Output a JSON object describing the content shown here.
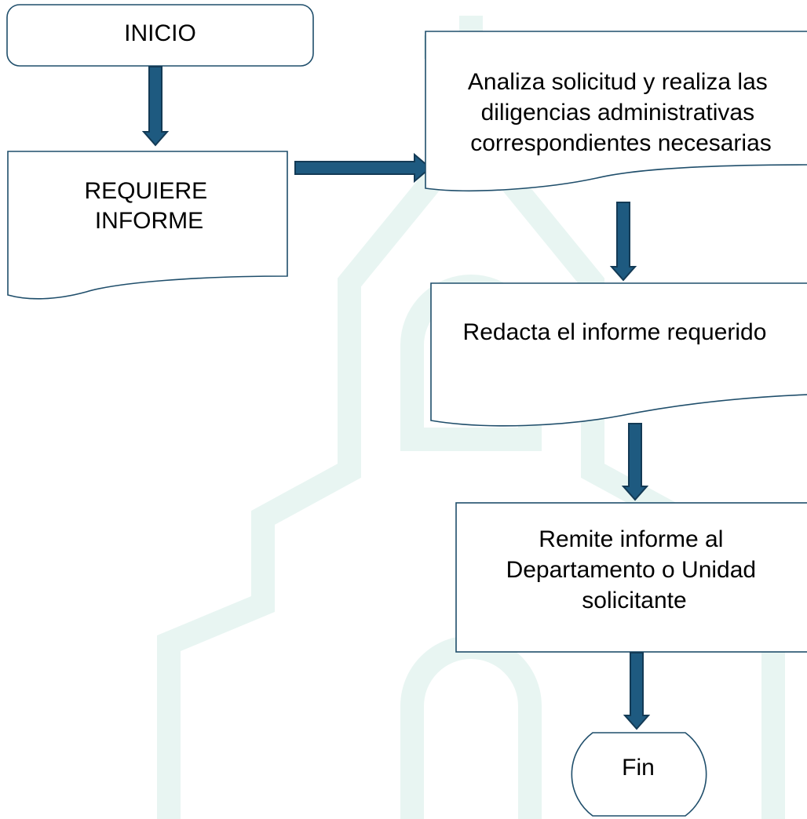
{
  "colors": {
    "shape_stroke": "#1f4e6b",
    "arrow_fill": "#1e5a80",
    "arrow_stroke": "#133a55",
    "watermark": "#e8f5f2"
  },
  "nodes": {
    "inicio": {
      "lines": [
        "INICIO"
      ]
    },
    "requiere": {
      "lines": [
        "REQUIERE",
        "INFORME"
      ]
    },
    "analiza": {
      "lines": [
        "Analiza solicitud y realiza las",
        "diligencias administrativas",
        "correspondientes necesarias"
      ]
    },
    "redacta": {
      "lines": [
        "Redacta el informe requerido"
      ]
    },
    "remite": {
      "lines": [
        "Remite informe al",
        "Departamento o Unidad",
        "solicitante"
      ]
    },
    "fin": {
      "lines": [
        "Fin"
      ]
    }
  }
}
